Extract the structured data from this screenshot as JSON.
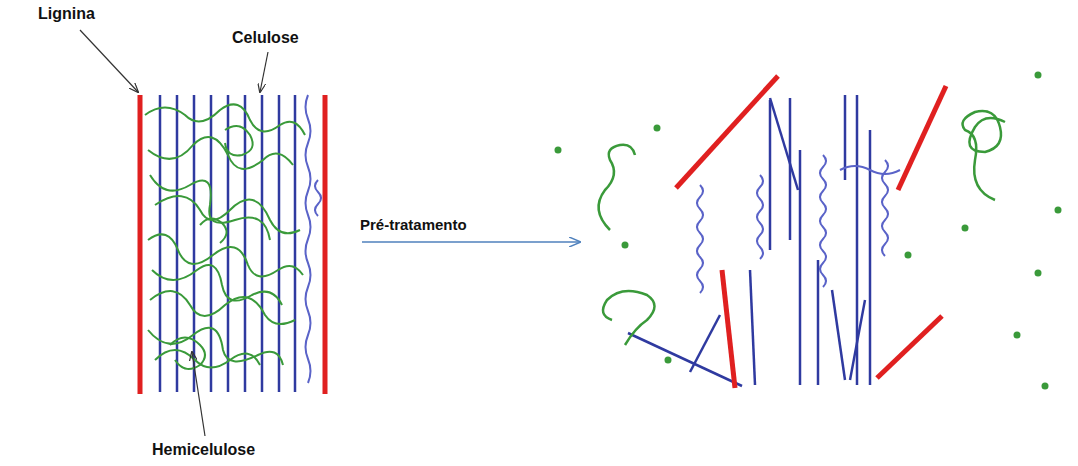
{
  "diagram": {
    "labels": [
      "Lignina",
      "Celulose",
      "Hemicelulose",
      "Pré-tratamento"
    ]
  }
}
